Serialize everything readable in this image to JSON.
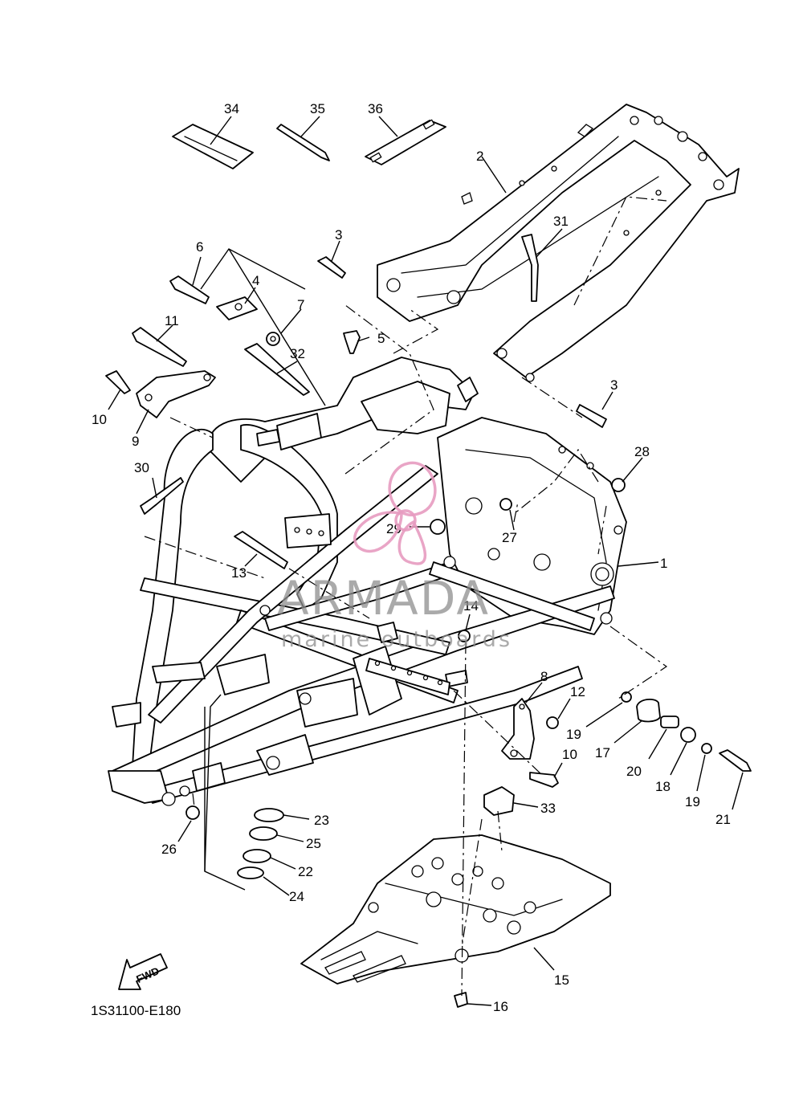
{
  "diagram": {
    "code": "1S31100-E180",
    "fwd_label": "FWD",
    "callouts": [
      "1",
      "2",
      "3",
      "3",
      "4",
      "5",
      "6",
      "7",
      "8",
      "9",
      "10",
      "10",
      "11",
      "12",
      "13",
      "14",
      "15",
      "16",
      "17",
      "18",
      "19",
      "19",
      "20",
      "21",
      "22",
      "23",
      "24",
      "25",
      "26",
      "27",
      "28",
      "29",
      "30",
      "31",
      "32",
      "33",
      "34",
      "35",
      "36"
    ]
  },
  "watermark": {
    "brand": "ARMADA",
    "tagline": "marine outboards",
    "logo_color": "#e79bc0",
    "text_color": "#8e8e8e"
  }
}
